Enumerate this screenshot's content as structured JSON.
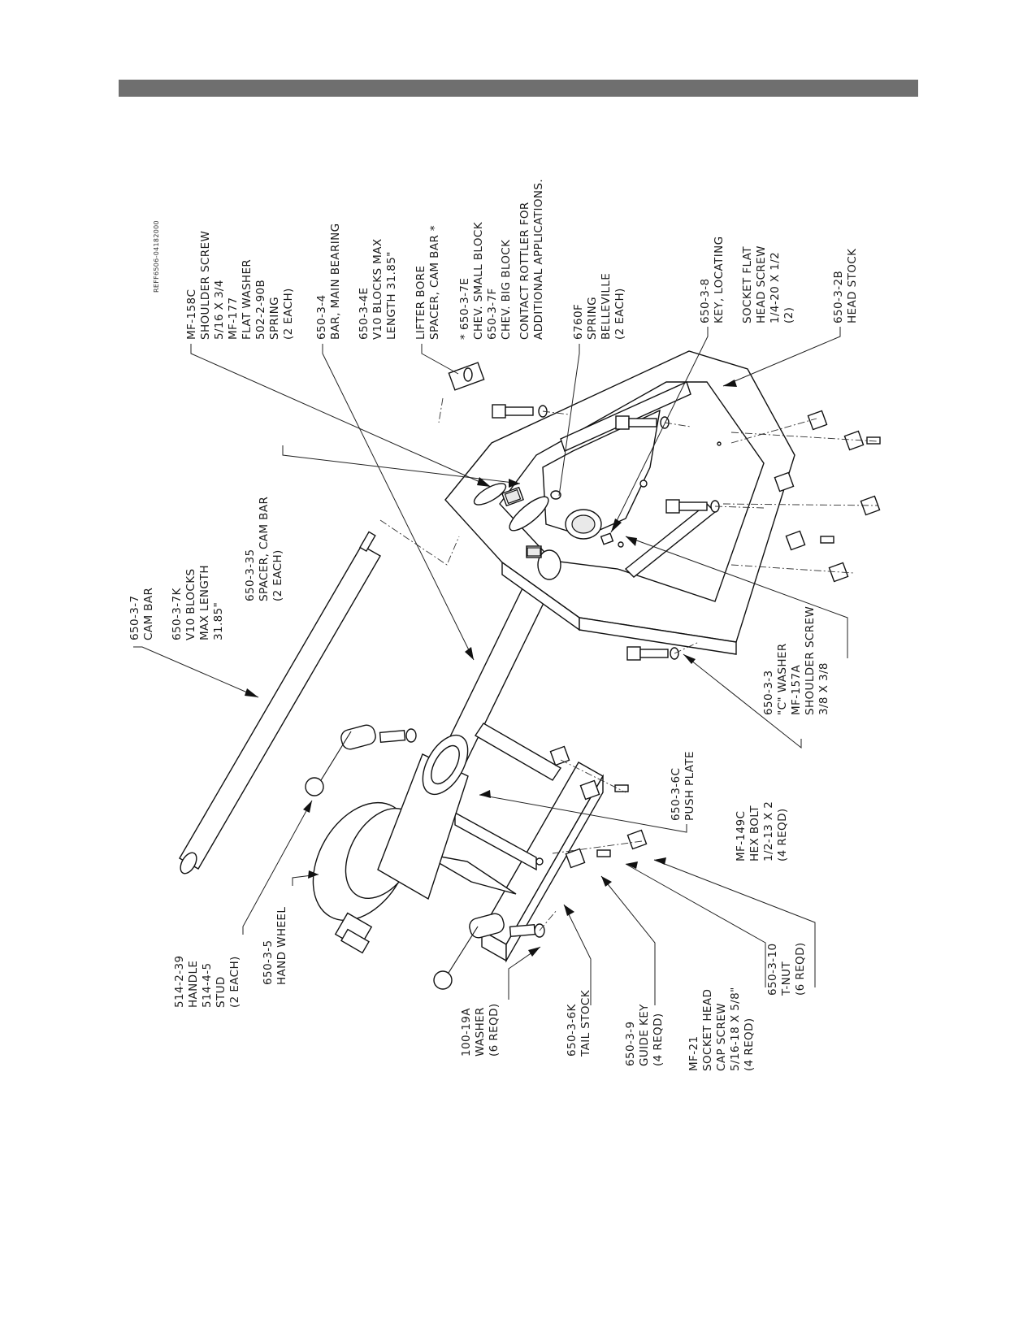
{
  "header_bar": {
    "color": "#6f6f6f"
  },
  "reference": "REFF6506-04182000",
  "callouts": {
    "c01": [
      "650-3-7",
      "CAM BAR"
    ],
    "c02": [
      "650-3-7K",
      "V10 BLOCKS",
      "MAX LENGTH",
      "31.85\""
    ],
    "c03": [
      "650-3-35",
      "SPACER, CAM BAR",
      "(2 EACH)"
    ],
    "c04": [
      "MF-158C",
      "SHOULDER SCREW",
      "5/16 X 3/4",
      "MF-177",
      "FLAT WASHER",
      "502-2-90B",
      "SPRING",
      "(2 EACH)"
    ],
    "c05": [
      "650-3-4",
      "BAR, MAIN BEARING"
    ],
    "c06": [
      "650-3-4E",
      "V10 BLOCKS MAX",
      "LENGTH 31.85\""
    ],
    "c07": [
      "LIFTER BORE",
      "SPACER, CAM BAR *"
    ],
    "c08": [
      "* 650-3-7E",
      "CHEV. SMALL BLOCK",
      "650-3-7F",
      "CHEV. BIG BLOCK"
    ],
    "c09": [
      "CONTACT ROTTLER FOR",
      "ADDITIONAL APPLICATIONS."
    ],
    "c10": [
      "6760F",
      "SPRING",
      "BELLEVILLE",
      "(2 EACH)"
    ],
    "c11": [
      "650-3-8",
      "KEY, LOCATING"
    ],
    "c12": [
      "SOCKET FLAT",
      "HEAD SCREW",
      "1/4-20 X 1/2",
      "(2)"
    ],
    "c13": [
      "650-3-2B",
      "HEAD STOCK"
    ],
    "c14": [
      "650-3-3",
      "\"C\" WASHER",
      "MF-157A",
      "SHOULDER SCREW",
      "3/8 X 3/8"
    ],
    "c15": [
      "MF-149C",
      "HEX BOLT",
      "1/2-13 X 2",
      "(4 REQD)"
    ],
    "c16": [
      "650-3-6C",
      "PUSH PLATE"
    ],
    "c17": [
      "514-2-39",
      "HANDLE",
      "514-4-5",
      "STUD",
      "(2 EACH)"
    ],
    "c18": [
      "650-3-5",
      "HAND WHEEL"
    ],
    "c19": [
      "100-19A",
      "WASHER",
      "(6 REQD)"
    ],
    "c20": [
      "650-3-6K",
      "TAIL STOCK"
    ],
    "c21": [
      "650-3-9",
      "GUIDE KEY",
      "(4 REQD)"
    ],
    "c22": [
      "MF-21",
      "SOCKET HEAD",
      "CAP SCREW",
      "5/16-18 X 5/8\"",
      "(4 REQD)"
    ],
    "c23": [
      "650-3-10",
      "T-NUT",
      "(6 REQD)"
    ]
  }
}
